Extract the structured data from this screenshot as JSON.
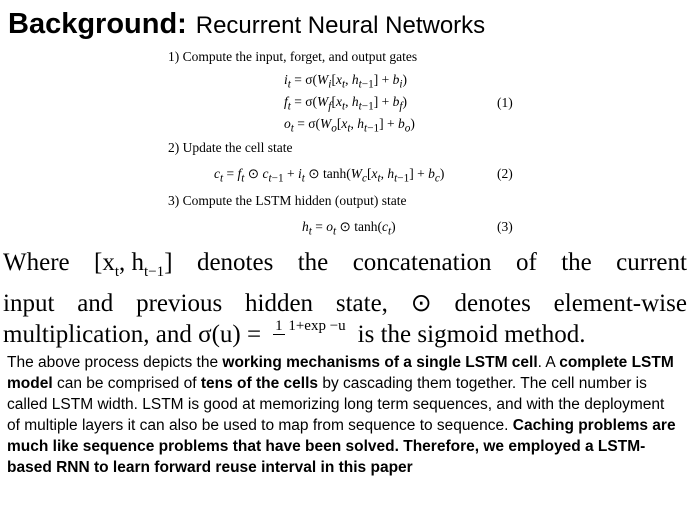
{
  "title": {
    "bold": "Background:",
    "rest": "Recurrent Neural Networks"
  },
  "steps": [
    "1) Compute the input, forget, and output gates",
    "2) Update the cell state",
    "3) Compute the LSTM hidden (output) state"
  ],
  "equation_numbers": [
    "(1)",
    "(2)",
    "(3)"
  ],
  "where": {
    "line1": [
      "Where",
      "[x",
      "t",
      ",",
      "h",
      "t−1",
      "]",
      "denotes",
      "the",
      "concatenation",
      "of",
      "the",
      "current"
    ],
    "line2": [
      "input",
      "and",
      "previous",
      "hidden",
      "state,",
      "⊙",
      "denotes",
      "element-wise"
    ],
    "line3_a": "multiplication, and σ(u) =",
    "frac_num": "1",
    "frac_den": "1+exp −u",
    "line3_b": "is the sigmoid method."
  },
  "paragraph": {
    "s1": "The above process depicts the ",
    "b1": "working mechanisms of a single LSTM cell",
    "s2": ". A ",
    "b2": "complete LSTM model",
    "s3": " can be comprised of ",
    "b3": "tens of the cells",
    "s4": " by cascading them together. The cell number is called LSTM width. LSTM is good at memorizing long term sequences, and with the deployment of multiple layers it can also be used to map from sequence to sequence. ",
    "b4": "Caching problems are much like sequence problems that have been solved. Therefore, we employed a LSTM-based RNN to learn forward reuse interval in this paper"
  }
}
